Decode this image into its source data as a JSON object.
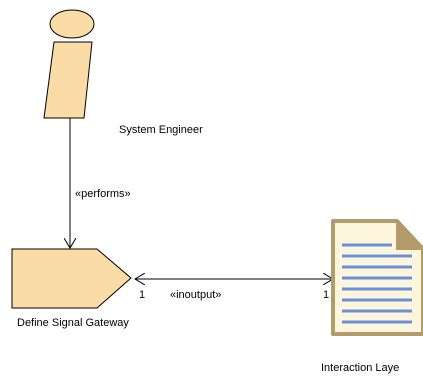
{
  "diagram": {
    "role": {
      "name": "System Engineer",
      "icon": "role-icon"
    },
    "task": {
      "name": "Define Signal Gateway",
      "icon": "task-icon"
    },
    "work_product": {
      "name": "Interaction Laye",
      "icon": "document-icon"
    },
    "performs_relation": {
      "label": "«performs»"
    },
    "inoutput_relation": {
      "label": "«inoutput»",
      "task_end_multiplicity": "1",
      "product_end_multiplicity": "1"
    },
    "colors": {
      "shape_fill": "#fbdca6",
      "shape_stroke": "#000000",
      "document_fill": "#fdf6dc",
      "document_border": "#b39b6a",
      "document_lines": "#6b8fd8"
    }
  }
}
